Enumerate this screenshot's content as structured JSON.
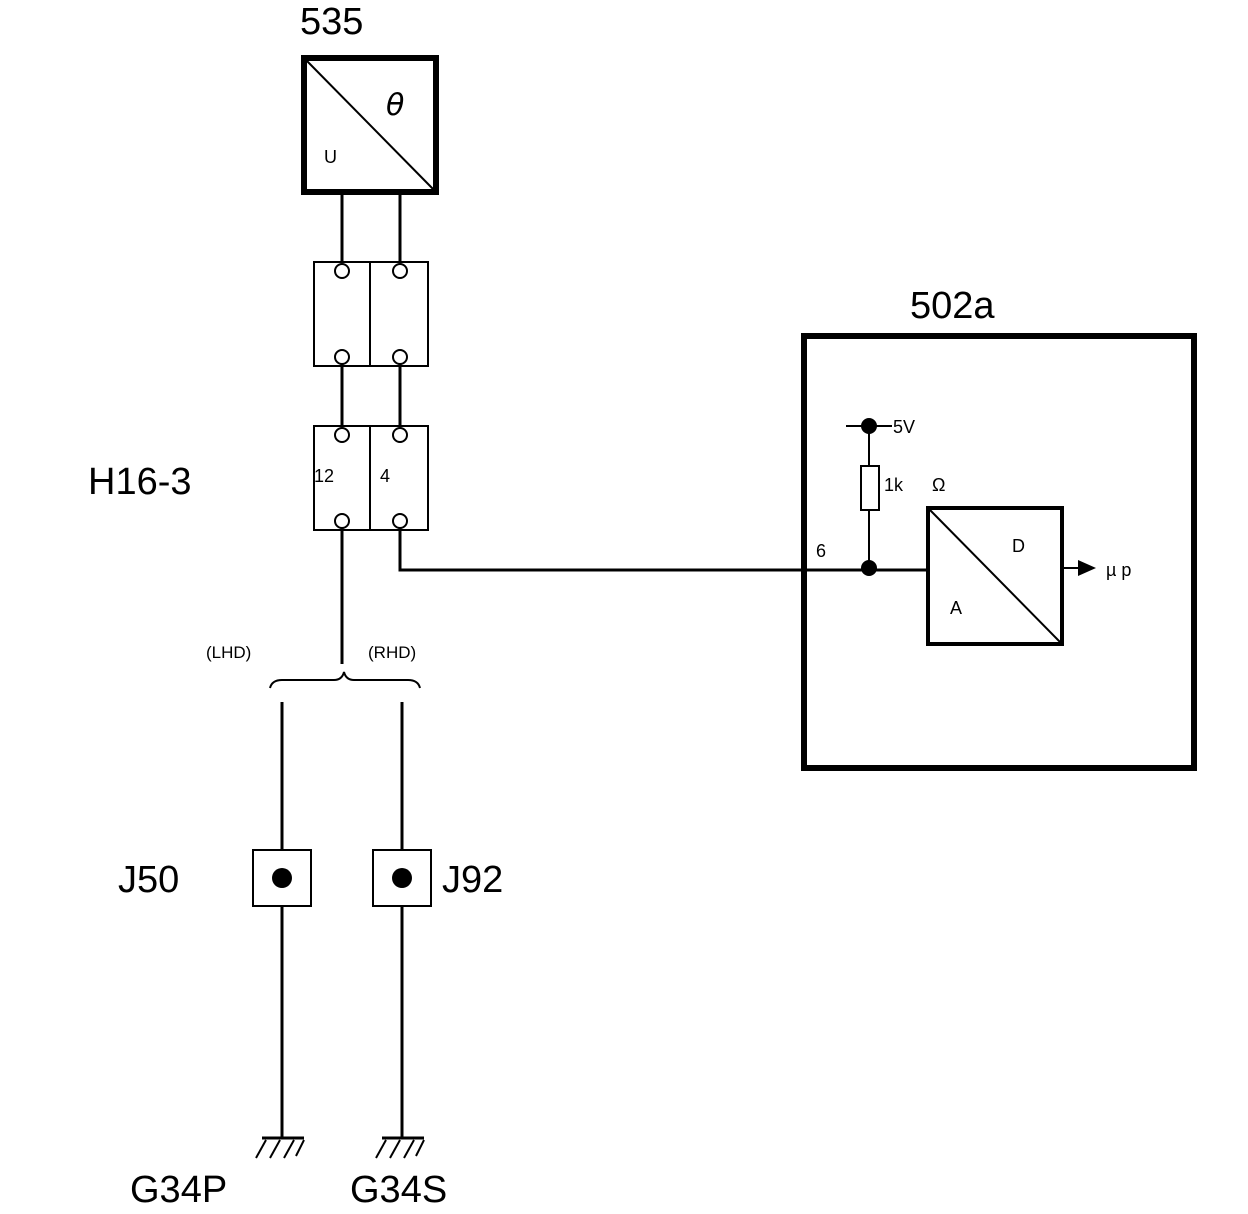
{
  "components": {
    "sensor": {
      "id": "535",
      "symbol_top": "θ",
      "symbol_bottom": "U"
    },
    "connector": {
      "id": "H16-3",
      "pin_left": "12",
      "pin_right": "4"
    },
    "control_unit": {
      "id": "502a",
      "supply": "5V",
      "resistor_value": "1k",
      "resistor_unit": "Ω",
      "input_pin": "6",
      "converter_top": "D",
      "converter_bottom": "A",
      "output": "µ p"
    },
    "variants": {
      "left": "(LHD)",
      "right": "(RHD)"
    },
    "splice_left": "J50",
    "splice_right": "J92",
    "ground_left": "G34P",
    "ground_right": "G34S"
  }
}
